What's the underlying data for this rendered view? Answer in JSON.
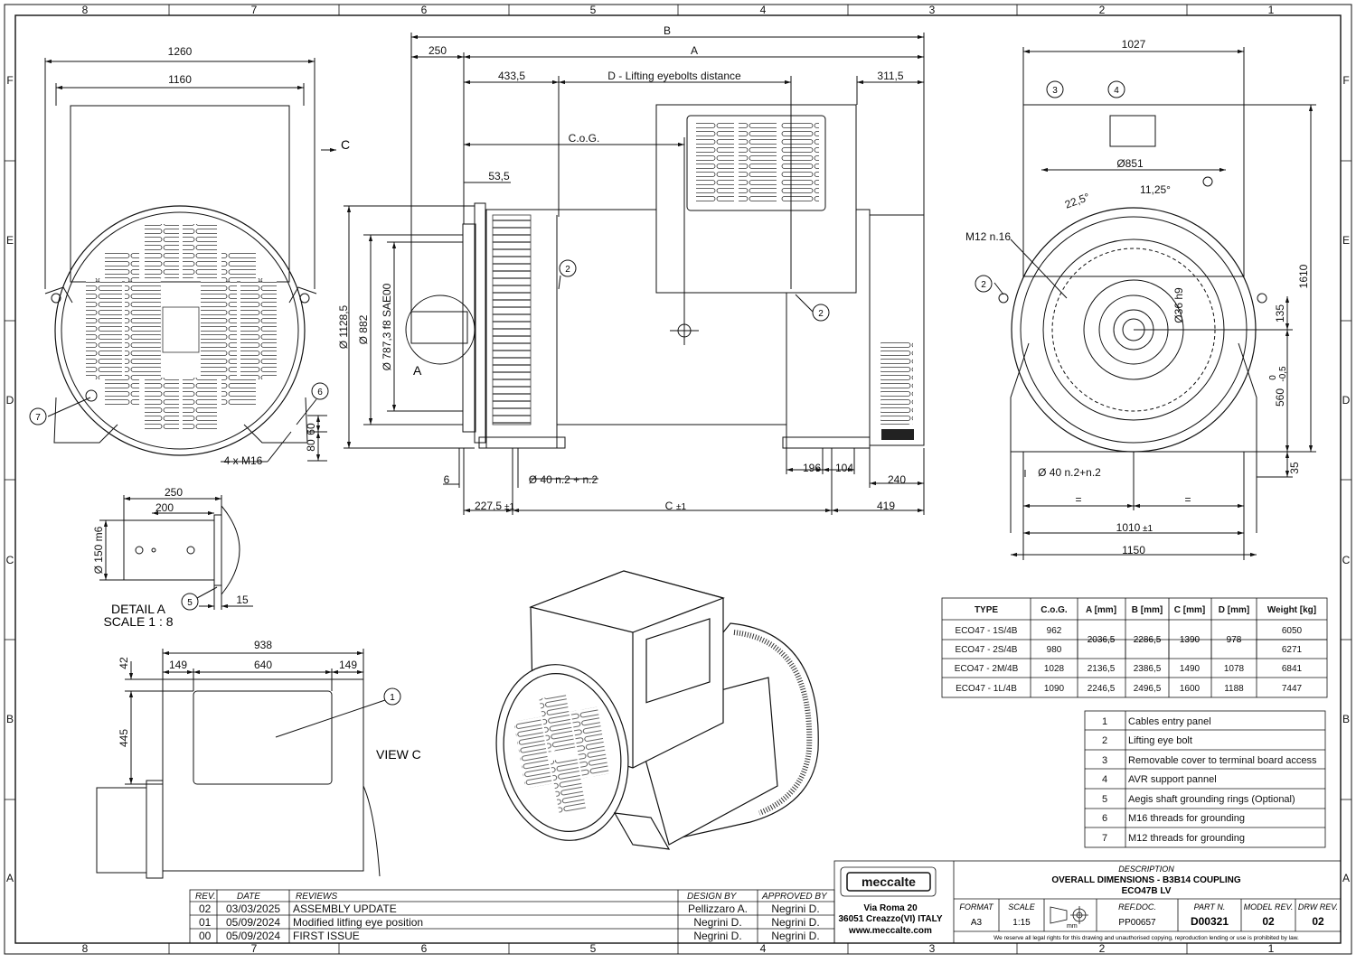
{
  "frame": {
    "columns": [
      "8",
      "7",
      "6",
      "5",
      "4",
      "3",
      "2",
      "1"
    ],
    "rows": [
      "F",
      "E",
      "D",
      "C",
      "B",
      "A"
    ]
  },
  "front_view": {
    "dims": {
      "w1": "1260",
      "w2": "1160",
      "h1": "80",
      "h2": "60",
      "thread": "4 x M16"
    },
    "callouts": [
      "7",
      "6"
    ],
    "view_arrow": "C"
  },
  "side_view": {
    "dims": {
      "B": "B",
      "A": "A",
      "d250": "250",
      "d433": "433,5",
      "D": "D - Lifting eyebolts distance",
      "d311": "311,5",
      "cog": "C.o.G.",
      "d53": "53,5",
      "dia1": "Ø 1128,5",
      "dia2": "Ø 882",
      "dia3": "Ø 787,3 f8 SAE00",
      "detailA": "A",
      "d6": "6",
      "d40": "Ø 40 n.2 + n.2",
      "d227": "227,5",
      "tol": "±1",
      "C": "C",
      "d419": "419",
      "d196": "196",
      "d104": "104",
      "d240": "240"
    },
    "callouts": [
      "2",
      "2"
    ]
  },
  "end_view": {
    "dims": {
      "d1027": "1027",
      "d851": "Ø851",
      "a22": "22,5°",
      "a11": "11,25°",
      "m12": "M12 n.16",
      "d36": "Ø36 h9",
      "d1610": "1610",
      "d135": "135",
      "d560": "560",
      "tol560a": "0",
      "tol560b": "-0,5",
      "d35": "35",
      "d40": "Ø 40 n.2+n.2",
      "eq": "=",
      "d1010": "1010",
      "tol": "±1",
      "d1150": "1150"
    },
    "callouts": [
      "3",
      "4",
      "2"
    ]
  },
  "detail_a": {
    "d250": "250",
    "d200": "200",
    "dia": "Ø 150 m6",
    "d15": "15",
    "title": "DETAIL A",
    "scale": "SCALE 1 : 8",
    "callout": "5"
  },
  "view_c": {
    "d938": "938",
    "d149a": "149",
    "d640": "640",
    "d149b": "149",
    "d42": "42",
    "d445": "445",
    "title": "VIEW C",
    "callout": "1"
  },
  "type_table": {
    "headers": [
      "TYPE",
      "C.o.G.",
      "A [mm]",
      "B [mm]",
      "C [mm]",
      "D [mm]",
      "Weight [kg]"
    ],
    "rows": [
      {
        "type": "ECO47 - 1S/4B",
        "cog": "962",
        "weight": "6050"
      },
      {
        "type": "ECO47 - 2S/4B",
        "cog": "980",
        "weight": "6271"
      },
      {
        "type": "ECO47 - 2M/4B",
        "cog": "1028",
        "a": "2136,5",
        "b": "2386,5",
        "c": "1490",
        "d": "1078",
        "weight": "6841"
      },
      {
        "type": "ECO47 - 1L/4B",
        "cog": "1090",
        "a": "2246,5",
        "b": "2496,5",
        "c": "1600",
        "d": "1188",
        "weight": "7447"
      }
    ],
    "merged": {
      "a": "2036,5",
      "b": "2286,5",
      "c": "1390",
      "d": "978"
    }
  },
  "legend": [
    {
      "n": "1",
      "text": "Cables entry panel"
    },
    {
      "n": "2",
      "text": "Lifting eye bolt"
    },
    {
      "n": "3",
      "text": "Removable cover to terminal board access"
    },
    {
      "n": "4",
      "text": "AVR support pannel"
    },
    {
      "n": "5",
      "text": "Aegis shaft grounding rings (Optional)"
    },
    {
      "n": "6",
      "text": "M16 threads for grounding"
    },
    {
      "n": "7",
      "text": "M12 threads for grounding"
    }
  ],
  "revisions": {
    "headers": [
      "REV.",
      "DATE",
      "REVIEWS",
      "DESIGN BY",
      "APPROVED BY"
    ],
    "rows": [
      {
        "rev": "02",
        "date": "03/03/2025",
        "review": "ASSEMBLY UPDATE",
        "design": "Pellizzaro A.",
        "approved": "Negrini D."
      },
      {
        "rev": "01",
        "date": "05/09/2024",
        "review": "Modified litfing eye position",
        "design": "Negrini D.",
        "approved": "Negrini D."
      },
      {
        "rev": "00",
        "date": "05/09/2024",
        "review": "FIRST ISSUE",
        "design": "Negrini D.",
        "approved": "Negrini D."
      }
    ]
  },
  "title_block": {
    "logo": "meccalte",
    "address1": "Via Roma 20",
    "address2": "36051 Creazzo(VI) ITALY",
    "website": "www.meccalte.com",
    "description_label": "DESCRIPTION",
    "description1": "OVERALL DIMENSIONS - B3B14 COUPLING",
    "description2": "ECO47B LV",
    "format_label": "FORMAT",
    "format": "A3",
    "scale_label": "SCALE",
    "scale": "1:15",
    "unit": "mm",
    "refdoc_label": "REF.DOC.",
    "refdoc": "PP00657",
    "partn_label": "PART N.",
    "partn": "D00321",
    "modelrev_label": "MODEL REV.",
    "modelrev": "02",
    "drwrev_label": "DRW REV.",
    "drwrev": "02",
    "rights": "We reserve all legal rights for this drawing and unauthorised copying, reproduction lending or use is prohibited by law."
  }
}
